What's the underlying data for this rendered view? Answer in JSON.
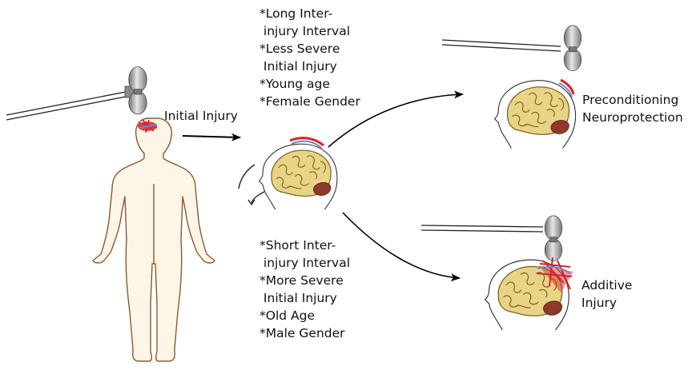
{
  "labels": {
    "initial_injury": "Initial Injury",
    "outcome_top": [
      "Preconditioning",
      "Neuroprotection"
    ],
    "outcome_bottom": [
      "Additive",
      "Injury"
    ]
  },
  "factors_top": [
    "*Long Inter-",
    " injury Interval",
    "*Less Severe",
    " Initial Injury",
    "*Young age",
    "*Female Gender"
  ],
  "factors_bottom": [
    "*Short Inter-",
    " injury Interval",
    "*More Severe",
    " Initial Injury",
    "*Old Age",
    "*Male Gender"
  ],
  "colors": {
    "skin_outline": "#8a5a2e",
    "brain_fill": "#e8d487",
    "brain_lines": "#7a5a1a",
    "cerebellum": "#8b3a2a",
    "injury_red": "#d8222a",
    "injury_blue": "#6a8ac8",
    "impactor": "#9a9a9a"
  }
}
